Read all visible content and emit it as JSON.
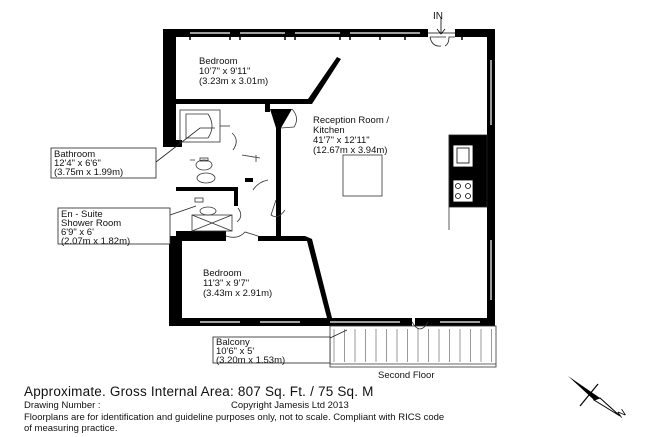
{
  "plan": {
    "entrance_label": "IN",
    "floor_name": "Second Floor",
    "rooms": [
      {
        "id": "bedroom-top",
        "lines": [
          "Bedroom",
          "10'7\" x 9'11\"",
          "(3.23m x 3.01m)"
        ]
      },
      {
        "id": "reception",
        "lines": [
          "Reception Room /",
          "Kitchen",
          "41'7\" x 12'11\"",
          "(12.67m x 3.94m)"
        ]
      },
      {
        "id": "bathroom",
        "lines": [
          "Bathroom",
          "12'4\" x 6'6\"",
          "(3.75m x 1.99m)"
        ]
      },
      {
        "id": "ensuite",
        "lines": [
          "En - Suite",
          "Shower Room",
          "6'9\" x 6'",
          "(2.07m x 1.82m)"
        ]
      },
      {
        "id": "bedroom-bottom",
        "lines": [
          "Bedroom",
          "11'3\" x 9'7\"",
          "(3.43m x 2.91m)"
        ]
      },
      {
        "id": "balcony",
        "lines": [
          "Balcony",
          "10'6\" x 5'",
          "(3.20m x 1.53m)"
        ]
      }
    ]
  },
  "footer": {
    "area_text": "Approximate. Gross Internal Area: 807 Sq. Ft. / 75 Sq. M",
    "drawing_number_label": "Drawing Number :",
    "copyright": "Copyright Jamesis Ltd 2013",
    "disclaimer": "Floorplans are for identification and guideline purposes only, not to scale. Compliant with RICS code of measuring practice."
  },
  "compass": {
    "north_label": "N"
  },
  "colors": {
    "wall": "#000000",
    "line": "#222222",
    "label_box": "#ffffff"
  }
}
